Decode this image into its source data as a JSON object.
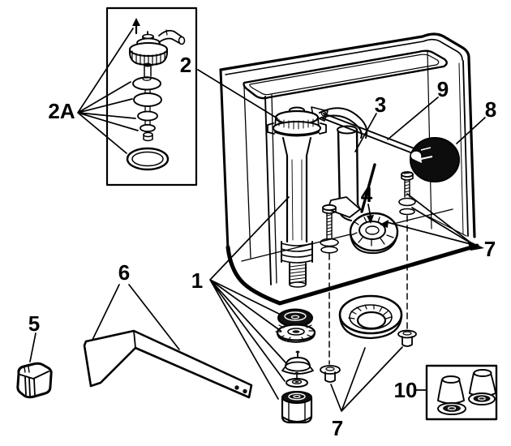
{
  "diagram": {
    "type": "exploded-parts-diagram",
    "colors": {
      "ink": "#000000",
      "paper": "#ffffff",
      "float_ball": "#0d0d0d"
    },
    "callouts": {
      "c1": "1",
      "c2": "2",
      "c2a": "2A",
      "c3": "3",
      "c4": "4",
      "c5": "5",
      "c6": "6",
      "c7": "7",
      "c8": "8",
      "c9": "9",
      "c10": "10"
    }
  }
}
